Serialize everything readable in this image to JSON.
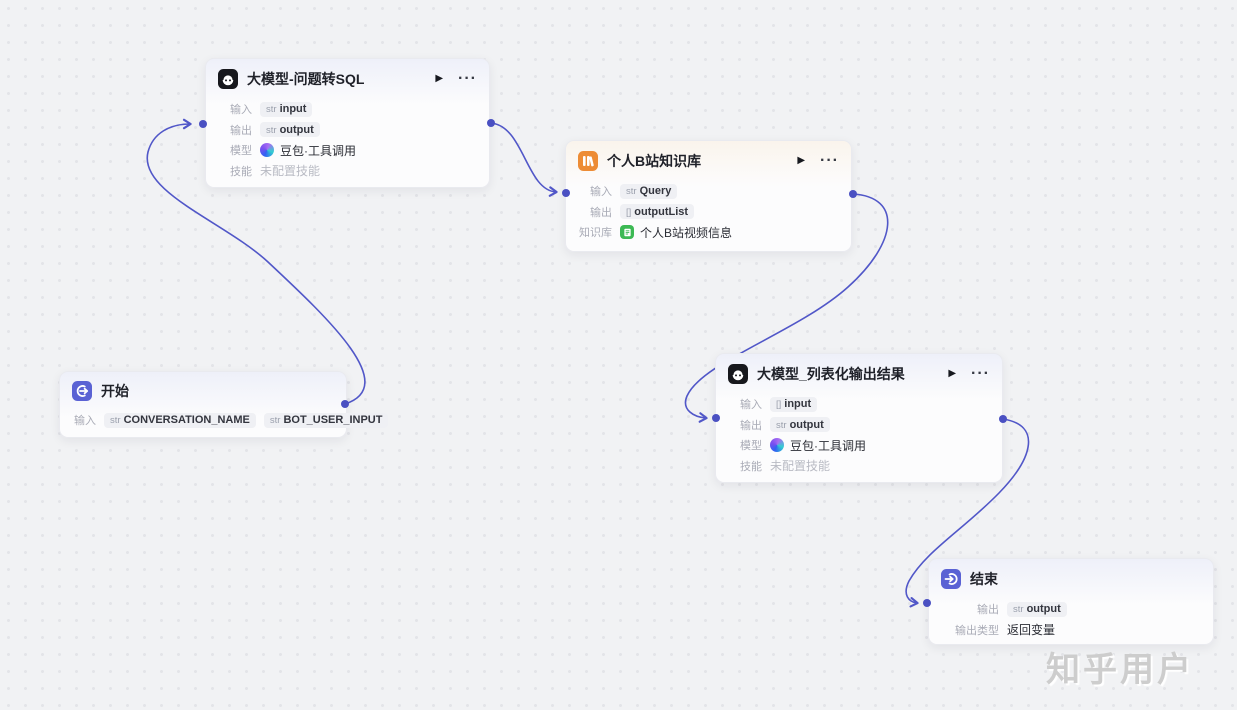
{
  "canvas": {
    "watermark": "知乎用户"
  },
  "colors": {
    "canvas_bg": "#f1f2f4",
    "edge": "#5157c8",
    "port": "#4a50c2",
    "llm_icon_bg": "#17181d",
    "knowledge_icon_bg": "#ed8c35",
    "start_end_icon_bg": "#5a62d4",
    "kb_item_icon_bg": "#3cb954",
    "doubao_icon": "#2f62f2"
  },
  "header_icons": {
    "play": "▶",
    "more": "···"
  },
  "nodes": {
    "llm_sql": {
      "title": "大模型-问题转SQL",
      "rows": {
        "input": {
          "label": "输入",
          "type": "str",
          "name": "input"
        },
        "output": {
          "label": "输出",
          "type": "str",
          "name": "output"
        },
        "model": {
          "label": "模型",
          "value": "豆包·工具调用"
        },
        "skill": {
          "label": "技能",
          "value": "未配置技能"
        }
      }
    },
    "knowledge": {
      "title": "个人B站知识库",
      "rows": {
        "input": {
          "label": "输入",
          "type": "str",
          "name": "Query"
        },
        "output": {
          "label": "输出",
          "type": "[]",
          "name": "outputList"
        },
        "kb": {
          "label": "知识库",
          "value": "个人B站视频信息"
        }
      }
    },
    "start": {
      "title": "开始",
      "rows": {
        "input": {
          "label": "输入",
          "pills": [
            {
              "type": "str",
              "name": "CONVERSATION_NAME"
            },
            {
              "type": "str",
              "name": "BOT_USER_INPUT"
            }
          ]
        }
      }
    },
    "llm_list": {
      "title": "大模型_列表化输出结果",
      "rows": {
        "input": {
          "label": "输入",
          "type": "[]",
          "name": "input"
        },
        "output": {
          "label": "输出",
          "type": "str",
          "name": "output"
        },
        "model": {
          "label": "模型",
          "value": "豆包·工具调用"
        },
        "skill": {
          "label": "技能",
          "value": "未配置技能"
        }
      }
    },
    "end": {
      "title": "结束",
      "rows": {
        "output": {
          "label": "输出",
          "type": "str",
          "name": "output"
        },
        "output_type": {
          "label": "输出类型",
          "value": "返回变量"
        }
      }
    }
  }
}
